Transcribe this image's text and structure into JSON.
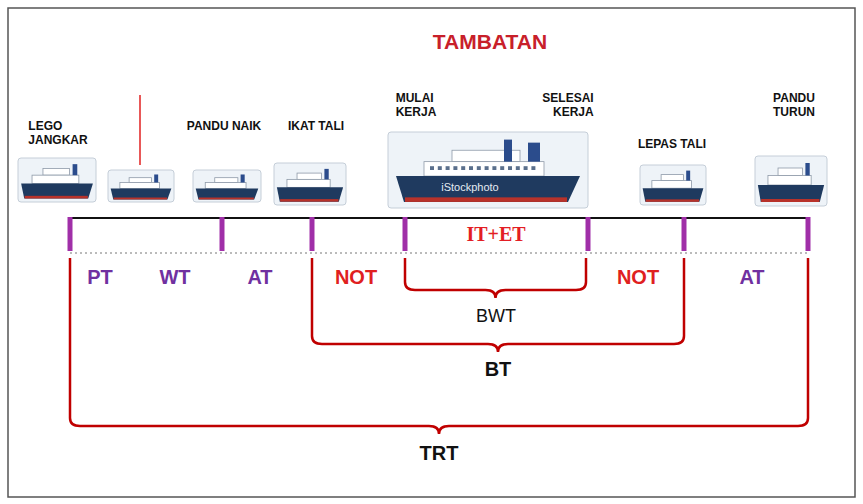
{
  "diagram": {
    "title": "TAMBATAN",
    "labels": [
      "LEGO JANGKAR",
      "PANDU NAIK",
      "IKAT TALI",
      "MULAI KERJA",
      "SELESAI KERJA",
      "LEPAS TALI",
      "PANDU TURUN",
      "iStockphoto",
      "IT+ET",
      "PT",
      "WT",
      "AT",
      "NOT",
      "NOT",
      "AT",
      "BWT",
      "BT",
      "TRT"
    ]
  }
}
